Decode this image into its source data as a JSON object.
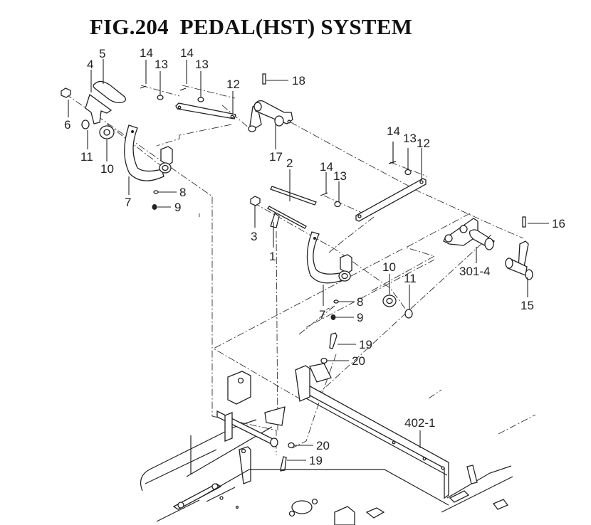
{
  "figure": {
    "title": "FIG.204  PEDAL(HST) SYSTEM"
  },
  "callouts": [
    {
      "id": "c1",
      "label": "1"
    },
    {
      "id": "c2",
      "label": "2"
    },
    {
      "id": "c3",
      "label": "3"
    },
    {
      "id": "c4",
      "label": "4"
    },
    {
      "id": "c5",
      "label": "5"
    },
    {
      "id": "c6",
      "label": "6"
    },
    {
      "id": "c7a",
      "label": "7"
    },
    {
      "id": "c7b",
      "label": "7"
    },
    {
      "id": "c8a",
      "label": "8"
    },
    {
      "id": "c8b",
      "label": "8"
    },
    {
      "id": "c9a",
      "label": "9"
    },
    {
      "id": "c9b",
      "label": "9"
    },
    {
      "id": "c10a",
      "label": "10"
    },
    {
      "id": "c10b",
      "label": "10"
    },
    {
      "id": "c11a",
      "label": "11"
    },
    {
      "id": "c11b",
      "label": "11"
    },
    {
      "id": "c12a",
      "label": "12"
    },
    {
      "id": "c12b",
      "label": "12"
    },
    {
      "id": "c13a",
      "label": "13"
    },
    {
      "id": "c13b",
      "label": "13"
    },
    {
      "id": "c13c",
      "label": "13"
    },
    {
      "id": "c13d",
      "label": "13"
    },
    {
      "id": "c14a",
      "label": "14"
    },
    {
      "id": "c14b",
      "label": "14"
    },
    {
      "id": "c14c",
      "label": "14"
    },
    {
      "id": "c14d",
      "label": "14"
    },
    {
      "id": "c15",
      "label": "15"
    },
    {
      "id": "c16",
      "label": "16"
    },
    {
      "id": "c17",
      "label": "17"
    },
    {
      "id": "c18",
      "label": "18"
    },
    {
      "id": "c19a",
      "label": "19"
    },
    {
      "id": "c19b",
      "label": "19"
    },
    {
      "id": "c20a",
      "label": "20"
    },
    {
      "id": "c20b",
      "label": "20"
    },
    {
      "id": "c301",
      "label": "301-4"
    },
    {
      "id": "c402",
      "label": "402-1"
    }
  ]
}
